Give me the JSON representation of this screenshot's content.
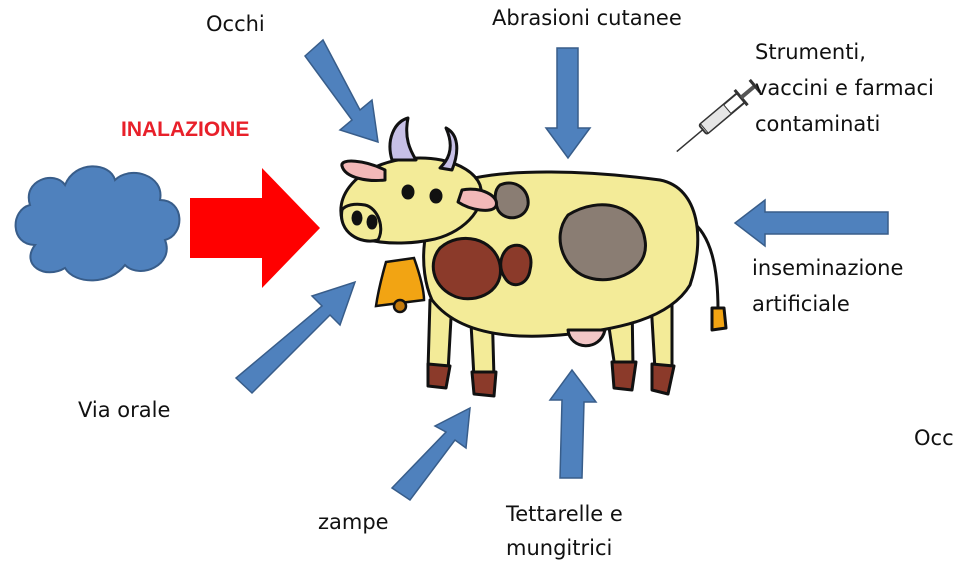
{
  "labels": {
    "occhi": "Occhi",
    "abrasioni": "Abrasioni cutanee",
    "strumenti_1": "Strumenti,",
    "strumenti_2": "vaccini e farmaci",
    "strumenti_3": "contaminati",
    "inalazione": "INALAZIONE",
    "inseminazione_1": "inseminazione",
    "inseminazione_2": "artificiale",
    "via_orale": "Via orale",
    "zampe": "zampe",
    "tettarelle_1": "Tettarelle e",
    "tettarelle_2": "mungitrici",
    "occ_cut": "Occ"
  },
  "colors": {
    "arrow_blue": "#4f81bd",
    "arrow_blue_stroke": "#385d8a",
    "arrow_red": "#ff0000",
    "cloud": "#4f81bd",
    "inalazione_text": "#e8202a",
    "cow_body": "#f3eb98",
    "cow_spot_brown": "#8b3a2a",
    "cow_spot_grey": "#8a7d73"
  },
  "icons": [
    "cloud-icon",
    "cow-icon",
    "syringe-icon",
    "cowbell-icon"
  ]
}
